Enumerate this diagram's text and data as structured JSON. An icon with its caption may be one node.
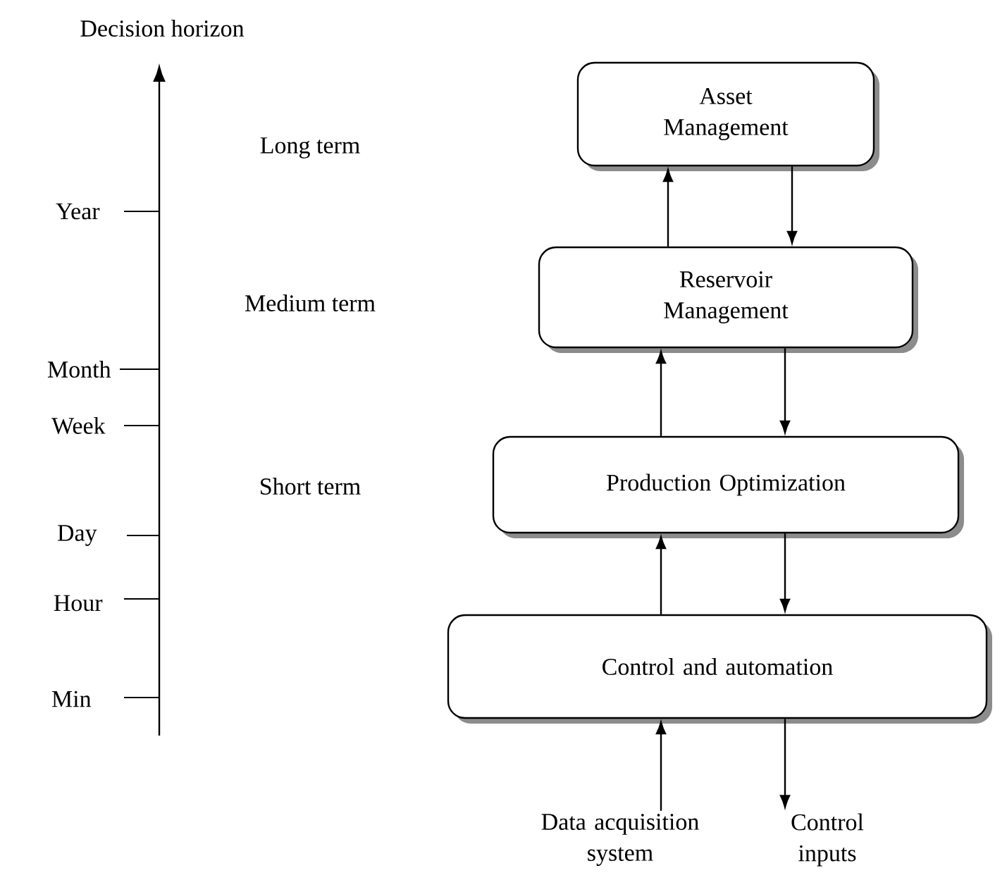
{
  "diagram": {
    "nodes": [
      {
        "text": [
          "Asset Management"
        ]
      },
      {
        "text": [
          "Reservoir Management"
        ]
      },
      {
        "text": [
          "Production Optimization"
        ]
      },
      {
        "text": [
          "Control and automation"
        ]
      },
      {
        "text": [
          "Data acquisition system"
        ]
      },
      {
        "text": [
          "Control inputs"
        ]
      }
    ],
    "edges": [
      {
        "from": 1,
        "to": 0,
        "arrow": "to"
      },
      {
        "from": 0,
        "to": 1,
        "arrow": "to"
      },
      {
        "from": 2,
        "to": 1,
        "arrow": "to"
      },
      {
        "from": 1,
        "to": 2,
        "arrow": "to"
      },
      {
        "from": 3,
        "to": 2,
        "arrow": "to"
      },
      {
        "from": 2,
        "to": 3,
        "arrow": "to"
      },
      {
        "from": 4,
        "to": 3,
        "arrow": "to"
      },
      {
        "from": 3,
        "to": 5,
        "arrow": "to"
      }
    ],
    "labels": [
      "Decision horizon",
      "Long term",
      "Year",
      "Medium term",
      "Month",
      "Week",
      "Short term",
      "Day",
      "Hour",
      "Min"
    ]
  }
}
